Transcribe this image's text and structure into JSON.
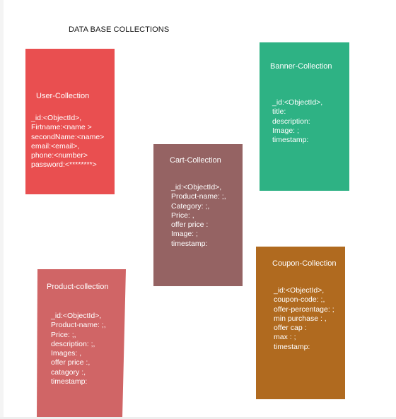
{
  "title": "DATA BASE COLLECTIONS",
  "colors": {
    "user": "#e94f50",
    "banner": "#2eb284",
    "cart": "#956363",
    "coupon": "#b06a1f",
    "product": "#d06566"
  },
  "collections": {
    "user": {
      "name": "User-Collection",
      "fields": [
        "_id:<ObjectId>,",
        "Firtname:<name >",
        "secondName:<name>",
        "email:<email>,",
        "phone:<number>",
        "password:<********>"
      ]
    },
    "banner": {
      "name": "Banner-Collection",
      "fields": [
        "_id:<ObjectId>,",
        "title:",
        "description:",
        "Image: ;",
        "timestamp:"
      ]
    },
    "cart": {
      "name": "Cart-Collection",
      "fields": [
        "_id:<ObjectId>,",
        "Product-name: ;,",
        "Category: ;,",
        "Price: ,",
        "offer price :",
        "Image: ;",
        "timestamp:"
      ]
    },
    "coupon": {
      "name": "Coupon-Collection",
      "fields": [
        "_id:<ObjectId>,",
        "coupon-code: ;,",
        "offer-percentage: ;",
        "min purchase : ,",
        "offer cap :",
        "max : ;",
        "timestamp:"
      ]
    },
    "product": {
      "name": "Product-collection",
      "fields": [
        "_id:<ObjectId>,",
        "Product-name: ;,",
        "Price: ;,",
        "description: ;,",
        "Images: ,",
        "offer price :,",
        "catagory :,",
        "timestamp:"
      ]
    }
  }
}
